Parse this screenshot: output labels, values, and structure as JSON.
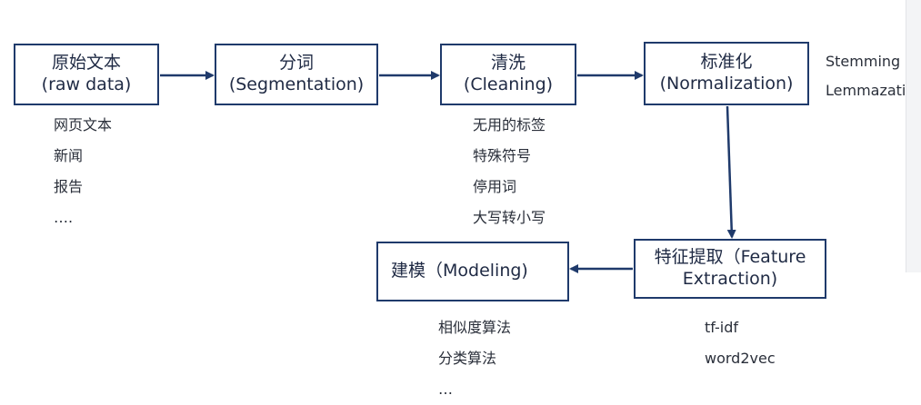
{
  "nodes": {
    "raw": {
      "line1": "原始文本",
      "line2": "(raw data)"
    },
    "seg": {
      "line1": "分词",
      "line2": "(Segmentation)"
    },
    "clean": {
      "line1": "清洗",
      "line2": "(Cleaning)"
    },
    "norm": {
      "line1": "标准化",
      "line2": "(Normalization)"
    },
    "feat": {
      "line1": "特征提取（Feature",
      "line2": "Extraction)"
    },
    "model": {
      "line1": "建模（Modeling)"
    }
  },
  "notes": {
    "raw": [
      "网页文本",
      "新闻",
      "报告",
      "…."
    ],
    "clean": [
      "无用的标签",
      "特殊符号",
      "停用词",
      "大写转小写"
    ],
    "norm": [
      "Stemming",
      "Lemmazatio"
    ],
    "feat": [
      "tf-idf",
      "word2vec"
    ],
    "model": [
      "相似度算法",
      "分类算法",
      "…"
    ]
  },
  "colors": {
    "box_border": "#1f3a6b",
    "arrow": "#1f3a6b"
  }
}
